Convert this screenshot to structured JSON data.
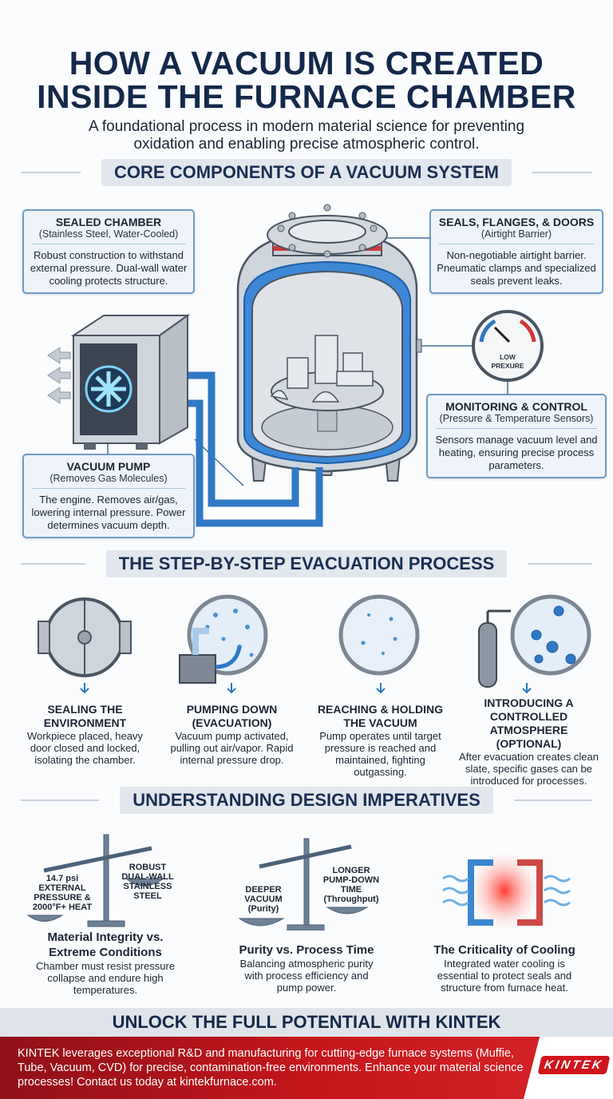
{
  "title": {
    "line1": "HOW A VACUUM IS CREATED",
    "line2": "INSIDE THE FURNACE CHAMBER"
  },
  "subtitle": {
    "line1": "A foundational process in modern material science for preventing",
    "line2": "oxidation and enabling precise atmospheric control."
  },
  "sections": {
    "components": "CORE COMPONENTS OF A VACUUM SYSTEM",
    "process": "THE STEP-BY-STEP EVACUATION PROCESS",
    "imperatives": "UNDERSTANDING DESIGN IMPERATIVES"
  },
  "components": [
    {
      "heading": "SEALED CHAMBER",
      "sub": "(Stainless Steel, Water-Cooled)",
      "body": "Robust construction to withstand external pressure. Dual-wall water cooling protects structure."
    },
    {
      "heading": "SEALS, FLANGES, & DOORS",
      "sub": "(Airtight Barrier)",
      "body": "Non-negotiable airtight barrier. Pneumatic clamps and specialized seals prevent leaks."
    },
    {
      "heading": "MONITORING & CONTROL",
      "sub": "(Pressure & Temperature Sensors)",
      "body": "Sensors manage vacuum level and heating, ensuring precise process parameters."
    },
    {
      "heading": "VACUUM PUMP",
      "sub": "(Removes Gas Molecules)",
      "body": "The engine. Removes air/gas, lowering internal pressure. Power determines vacuum depth."
    }
  ],
  "gauge": {
    "line1": "LOW",
    "line2": "PREXURE"
  },
  "steps": [
    {
      "heading": "SEALING THE ENVIRONMENT",
      "body": "Workpiece placed, heavy door closed and locked, isolating the chamber."
    },
    {
      "heading": "PUMPING DOWN (EVACUATION)",
      "body": "Vacuum pump activated, pulling out air/vapor. Rapid internal pressure drop."
    },
    {
      "heading": "REACHING & HOLDING THE VACUUM",
      "body": "Pump operates until target pressure is reached and maintained, fighting outgassing."
    },
    {
      "heading": "INTRODUCING A CONTROLLED ATMOSPHERE (OPTIONAL)",
      "body": "After evacuation creates clean slate, specific gases can be introduced for processes."
    }
  ],
  "imperatives": [
    {
      "left": "14.7 psi EXTERNAL PRESSURE & 2000°F+ HEAT",
      "right": "ROBUST DUAL-WALL STAINLESS STEEL",
      "heading": "Material Integrity vs. Extreme Conditions",
      "body": "Chamber must resist pressure collapse and endure high temperatures."
    },
    {
      "left": "DEEPER VACUUM (Purity)",
      "right": "LONGER PUMP-DOWN TIME (Throughput)",
      "heading": "Purity vs. Process Time",
      "body": "Balancing atmospheric purity with process efficiency and pump power."
    },
    {
      "heading": "The Criticality of Cooling",
      "body": "Integrated water cooling is essential to protect seals and structure from furnace heat."
    }
  ],
  "footer": {
    "heading": "UNLOCK THE FULL POTENTIAL WITH KINTEK",
    "body": "KINTEK leverages exceptional R&D and manufacturing for cutting-edge furnace systems (Muffie, Tube, Vacuum, CVD) for precise, contamination-free environments. Enhance your material science processes! Contact us today at kintekfurnace.com.",
    "logo": "KINTEK"
  },
  "colors": {
    "navy": "#14294a",
    "accent_blue": "#2f78c4",
    "brand_red": "#c4161c"
  }
}
